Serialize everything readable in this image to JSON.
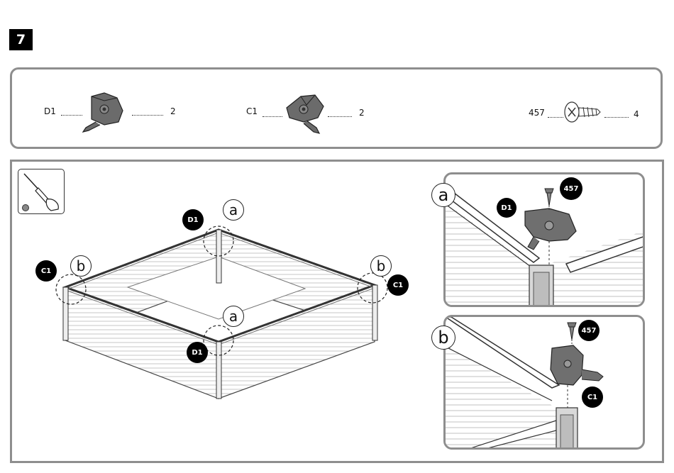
{
  "step": {
    "number": "7"
  },
  "parts": [
    {
      "code": "D1",
      "qty": "2"
    },
    {
      "code": "C1",
      "qty": "2"
    },
    {
      "code": "457",
      "qty": "4"
    }
  ],
  "callouts": {
    "a": "a",
    "b": "b"
  },
  "tags": {
    "d1": "D1",
    "c1": "C1",
    "screw": "457"
  },
  "colors": {
    "frame": "#8e8e8e",
    "part": "#555555",
    "tag": "#000000"
  },
  "tool": {
    "icon": "screwdriver-icon"
  }
}
